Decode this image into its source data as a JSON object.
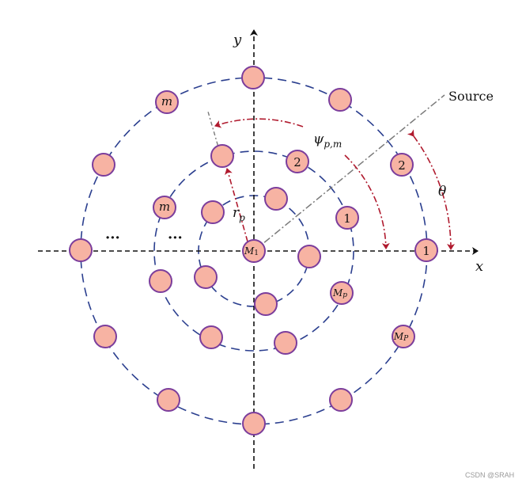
{
  "axes": {
    "x_label": "x",
    "y_label": "y"
  },
  "labels": {
    "source": "Source",
    "theta": "θ",
    "psi_main": "ψ",
    "psi_sub": "p,m",
    "r_main": "r",
    "r_sub": "p",
    "ellipsis_outer": "···",
    "ellipsis_inner": "···"
  },
  "mic_labels": {
    "outer_1": "1",
    "outer_2": "2",
    "outer_m": "m",
    "outer_MP_main": "M",
    "outer_MP_sub": "P",
    "mid_1": "1",
    "mid_2": "2",
    "mid_m": "m",
    "mid_Mp_main": "M",
    "mid_Mp_sub": "p",
    "center_main": "M",
    "center_sub": "1"
  },
  "colors": {
    "mic_fill": "#f7b3a3",
    "mic_stroke": "#7b3d9c",
    "ring": "#2b3f8f",
    "angle_arrow": "#b01a2e",
    "source_line": "#7a7a7a",
    "axis": "#111111"
  },
  "watermark": "CSDN @SRAH"
}
